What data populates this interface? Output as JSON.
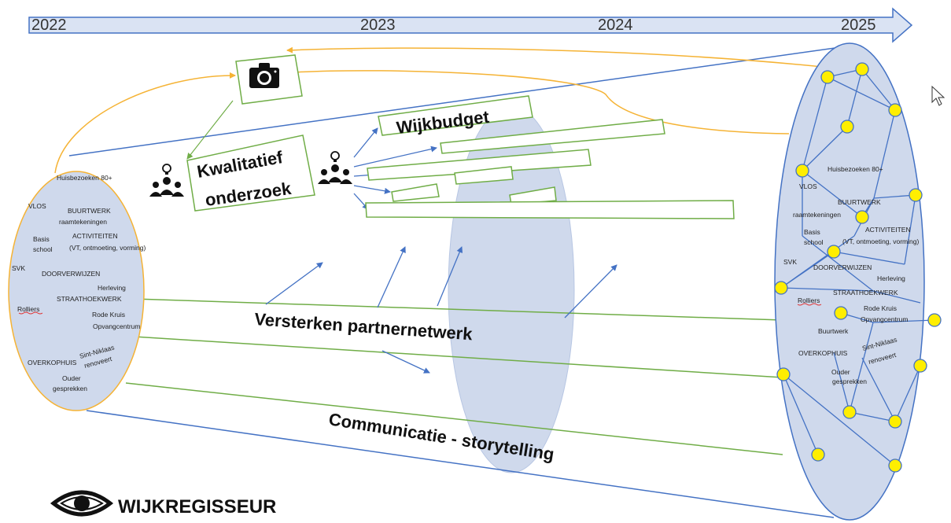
{
  "timeline": {
    "years": [
      "2022",
      "2023",
      "2024",
      "2025"
    ]
  },
  "labels": {
    "kwalitatief_line1": "Kwalitatief",
    "kwalitatief_line2": "onderzoek",
    "wijkbudget": "Wijkbudget",
    "partnernetwerk": "Versterken partnernetwerk",
    "communicatie": "Communicatie - storytelling"
  },
  "left_partners": [
    "Huisbezoeken 80+",
    "VLOS",
    "BUURTWERK",
    "raamtekeningen",
    "Basis",
    "school",
    "ACTIVITEITEN",
    "(VT, ontmoeting, vorming)",
    "SVK",
    "DOORVERWIJZEN",
    "Herleving",
    "STRAATHOEKWERK",
    "Rolliers",
    "Rode Kruis",
    "Opvangcentrum",
    "OVERKOPHUIS",
    "Sint-Niklaas",
    "renoveert",
    "Ouder",
    "gesprekken"
  ],
  "right_partners": [
    "Huisbezoeken 80+",
    "VLOS",
    "BUURTWERK",
    "raamtekeningen",
    "Basis",
    "school",
    "ACTIVITEITEN",
    "(VT, ontmoeting, vorming)",
    "SVK",
    "DOORVERWIJZEN",
    "Herleving",
    "STRAATHOEKWERK",
    "Rolliers",
    "Rode Kruis",
    "Opvangcentrum",
    "Buurtwerk",
    "OVERKOPHUIS",
    "Sint-Niklaas",
    "renoveert",
    "Ouder",
    "gesprekken"
  ],
  "logo": {
    "text": "WIJKREGISSEUR"
  },
  "colors": {
    "ellipse_fill": "#cfd9ec",
    "arrow_fill": "#dae3f3",
    "blue": "#4472c4",
    "green": "#70ad47",
    "orange": "#f5b335",
    "node": "#ffee00"
  }
}
